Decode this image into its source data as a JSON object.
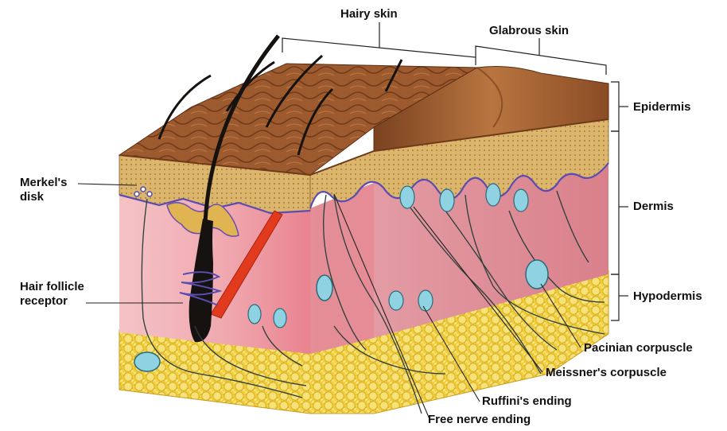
{
  "header": {
    "hairy_skin": "Hairy skin",
    "glabrous_skin": "Glabrous skin"
  },
  "layers": {
    "epidermis": "Epidermis",
    "dermis": "Dermis",
    "hypodermis": "Hypodermis"
  },
  "receptors": {
    "merkel": "Merkel's\ndisk",
    "hair_follicle": "Hair follicle\nreceptor",
    "pacinian": "Pacinian corpuscle",
    "meissner": "Meissner's corpuscle",
    "ruffini": "Ruffini's ending",
    "free_nerve": "Free nerve ending"
  },
  "colors": {
    "surface": "#9c5a2e",
    "surface_light": "#b8733f",
    "epidermis_band": "#d9b46a",
    "dermis": "#f2b7bd",
    "dermis_dark": "#e88993",
    "hypodermis": "#f2d03d",
    "nerve": "#2c3e3a",
    "corpuscle": "#8fd3e3",
    "artery": "#e23a1c",
    "hair": "#151210"
  }
}
